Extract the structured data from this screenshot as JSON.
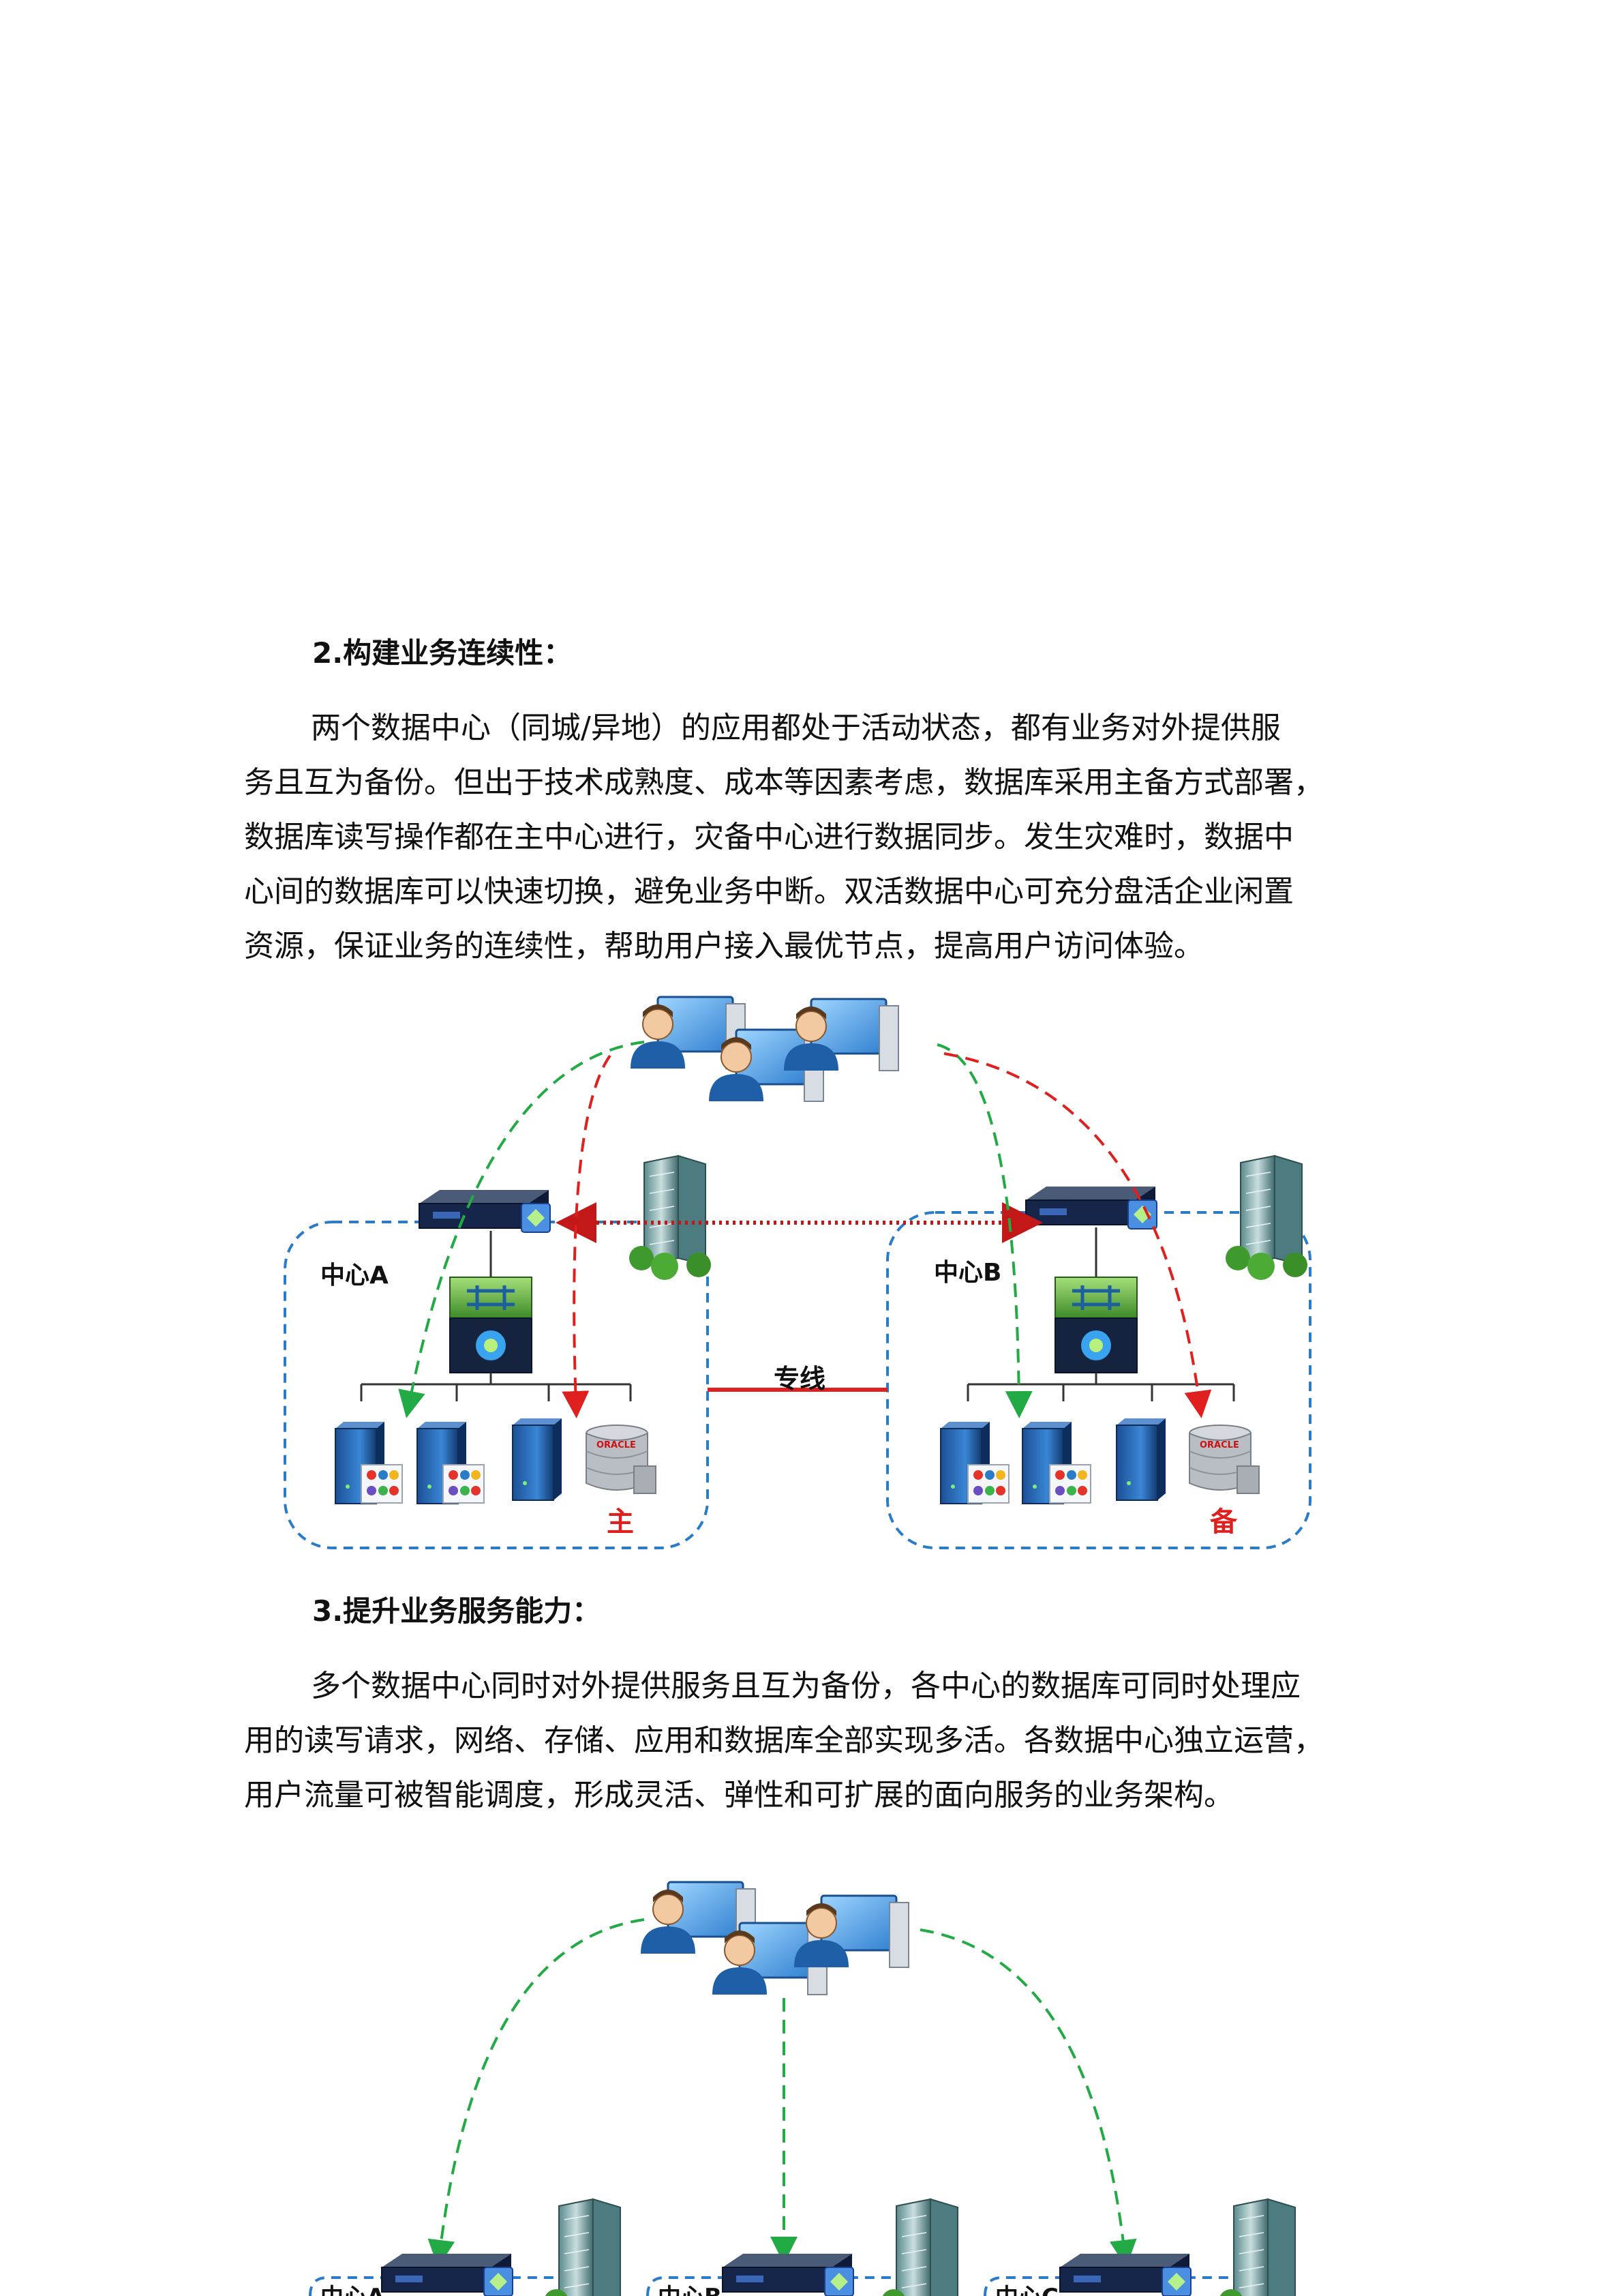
{
  "section2": {
    "heading": "2.构建业务连续性：",
    "lines": [
      "两个数据中心（同城/异地）的应用都处于活动状态，都有业务对外提供服",
      "务且互为备份。但出于技术成熟度、成本等因素考虑，数据库采用主备方式部署，",
      "数据库读写操作都在主中心进行，灾备中心进行数据同步。发生灾难时，数据中",
      "心间的数据库可以快速切换，避免业务中断。双活数据中心可充分盘活企业闲置",
      "资源，保证业务的连续性，帮助用户接入最优节点，提高用户访问体验。"
    ],
    "diagram": {
      "center_a_label": "中心A",
      "center_b_label": "中心B",
      "link_label": "专线",
      "primary_label": "主",
      "standby_label": "备",
      "db_logo_text": "ORACLE"
    }
  },
  "section3": {
    "heading": "3.提升业务服务能力：",
    "lines": [
      "多个数据中心同时对外提供服务且互为备份，各中心的数据库可同时处理应",
      "用的读写请求，网络、存储、应用和数据库全部实现多活。各数据中心独立运营，",
      "用户流量可被智能调度，形成灵活、弹性和可扩展的面向服务的业务架构。"
    ],
    "diagram": {
      "center_a_label": "中心A",
      "center_b_label": "中心B",
      "center_c_label": "中心C"
    }
  },
  "colors": {
    "green_dash": "#22aa44",
    "red_dash": "#e0201e",
    "blue_box": "#2a7bc8",
    "primary_red": "#e0201e"
  }
}
